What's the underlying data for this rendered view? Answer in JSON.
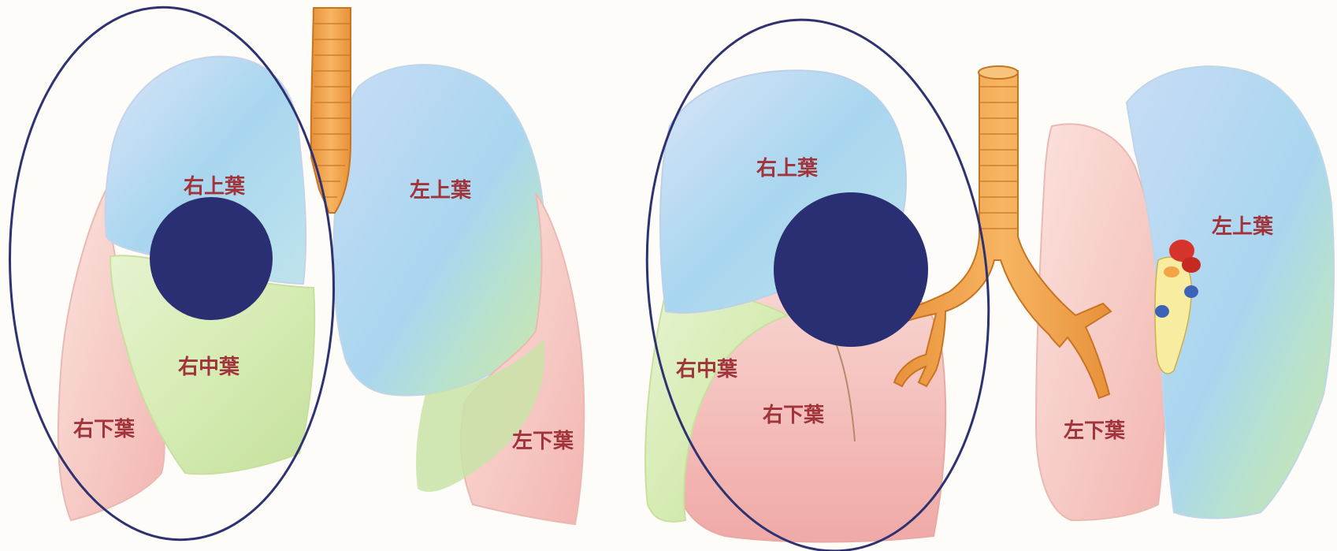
{
  "front_view": {
    "labels": {
      "right_upper": "右上葉",
      "right_middle": "右中葉",
      "right_lower": "右下葉",
      "left_upper": "左上葉",
      "left_lower": "左下葉"
    }
  },
  "rear_view": {
    "labels": {
      "right_upper": "右上葉",
      "right_middle": "右中葉",
      "right_lower": "右下葉",
      "left_upper": "左上葉",
      "left_lower": "左下葉"
    }
  },
  "colors": {
    "upper_lobe": "#a9d4ef",
    "middle_lobe": "#cfe6a9",
    "lower_lobe": "#f6c8c3",
    "trachea": "#f2a447",
    "tumor": "#2a2f73",
    "outline_ellipse": "#2e3270",
    "label_text": "#a0343a"
  }
}
